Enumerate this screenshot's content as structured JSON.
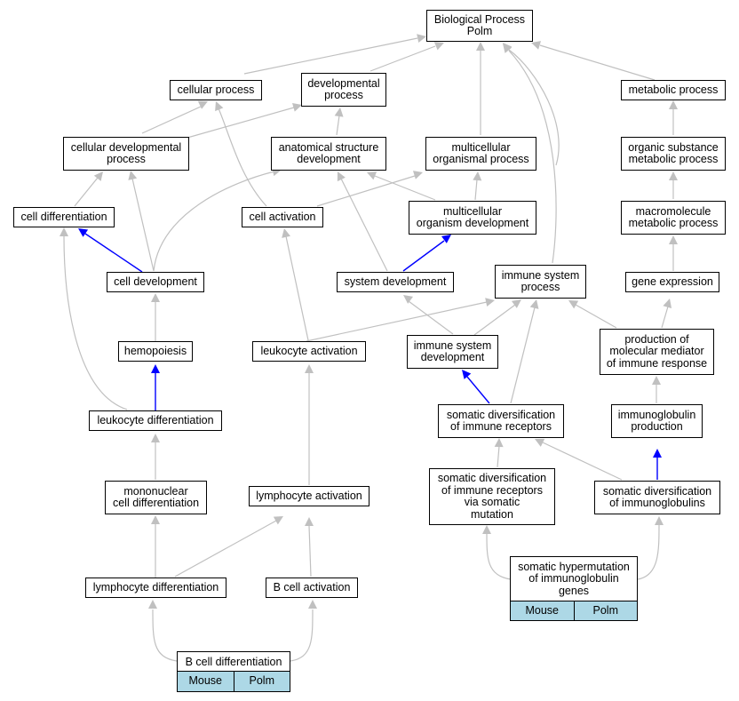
{
  "colors": {
    "edge_default": "#c0c0c0",
    "edge_highlight": "#0000ff",
    "badge_bg": "#add8e6"
  },
  "nodes": {
    "bp": {
      "lines": [
        "Biological Process",
        "Polm"
      ]
    },
    "cellular_process": {
      "lines": [
        "cellular process"
      ]
    },
    "developmental_process": {
      "lines": [
        "developmental",
        "process"
      ]
    },
    "metabolic_process": {
      "lines": [
        "metabolic process"
      ]
    },
    "cellular_developmental_process": {
      "lines": [
        "cellular developmental",
        "process"
      ]
    },
    "anatomical_structure_development": {
      "lines": [
        "anatomical structure",
        "development"
      ]
    },
    "multicellular_organismal_process": {
      "lines": [
        "multicellular",
        "organismal process"
      ]
    },
    "organic_substance_metabolic_process": {
      "lines": [
        "organic substance",
        "metabolic process"
      ]
    },
    "cell_differentiation": {
      "lines": [
        "cell differentiation"
      ]
    },
    "cell_activation": {
      "lines": [
        "cell activation"
      ]
    },
    "multicellular_organism_development": {
      "lines": [
        "multicellular",
        "organism development"
      ]
    },
    "macromolecule_metabolic_process": {
      "lines": [
        "macromolecule",
        "metabolic process"
      ]
    },
    "cell_development": {
      "lines": [
        "cell development"
      ]
    },
    "system_development": {
      "lines": [
        "system development"
      ]
    },
    "immune_system_process": {
      "lines": [
        "immune system",
        "process"
      ]
    },
    "gene_expression": {
      "lines": [
        "gene expression"
      ]
    },
    "hemopoiesis": {
      "lines": [
        "hemopoiesis"
      ]
    },
    "leukocyte_activation": {
      "lines": [
        "leukocyte activation"
      ]
    },
    "immune_system_development": {
      "lines": [
        "immune system",
        "development"
      ]
    },
    "production_of_molecular_mediator": {
      "lines": [
        "production of",
        "molecular mediator",
        "of immune response"
      ]
    },
    "leukocyte_differentiation": {
      "lines": [
        "leukocyte differentiation"
      ]
    },
    "somatic_diversification_of_immune_receptors": {
      "lines": [
        "somatic diversification",
        "of immune receptors"
      ]
    },
    "immunoglobulin_production": {
      "lines": [
        "immunoglobulin",
        "production"
      ]
    },
    "mononuclear_cell_differentiation": {
      "lines": [
        "mononuclear",
        "cell differentiation"
      ]
    },
    "lymphocyte_activation": {
      "lines": [
        "lymphocyte activation"
      ]
    },
    "somatic_diversification_via_somatic_mutation": {
      "lines": [
        "somatic diversification",
        "of immune receptors",
        "via somatic",
        "mutation"
      ]
    },
    "somatic_diversification_of_immunoglobulins": {
      "lines": [
        "somatic diversification",
        "of immunoglobulins"
      ]
    },
    "lymphocyte_differentiation": {
      "lines": [
        "lymphocyte differentiation"
      ]
    },
    "b_cell_activation": {
      "lines": [
        "B cell activation"
      ]
    },
    "somatic_hypermutation": {
      "lines": [
        "somatic hypermutation",
        "of immunoglobulin",
        "genes"
      ],
      "badges": [
        "Mouse",
        "Polm"
      ]
    },
    "b_cell_differentiation": {
      "lines": [
        "B cell differentiation"
      ],
      "badges": [
        "Mouse",
        "Polm"
      ]
    }
  }
}
